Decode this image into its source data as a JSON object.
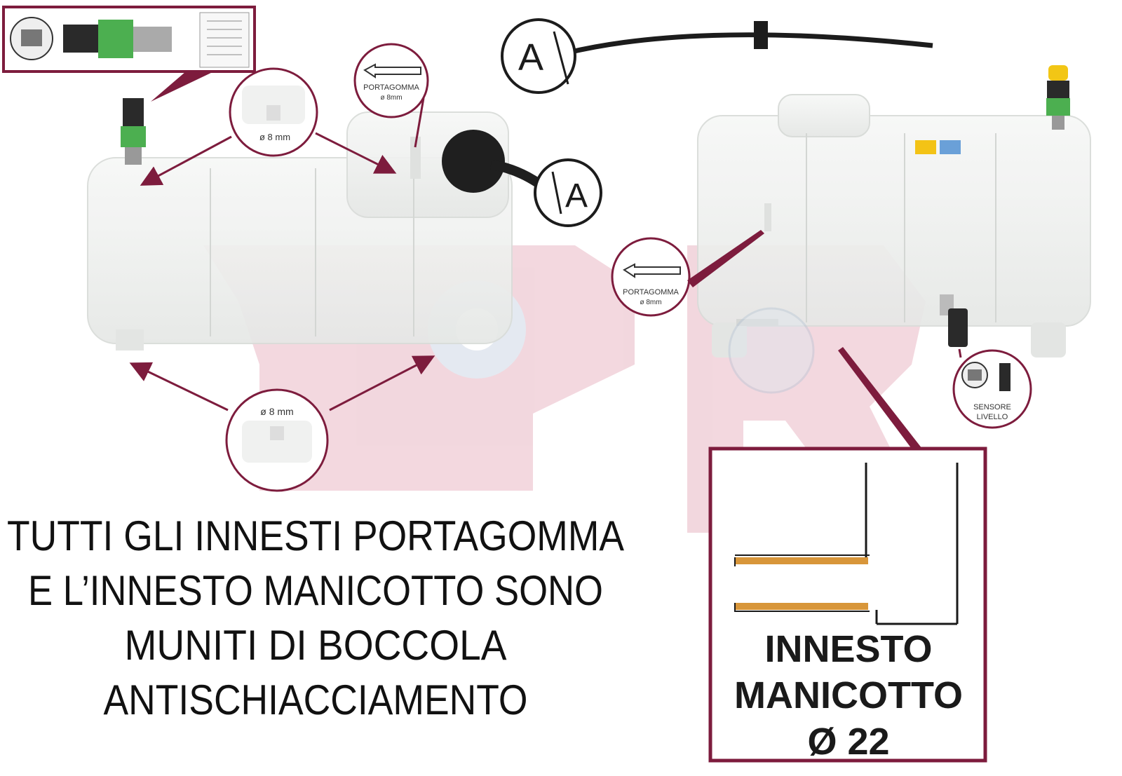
{
  "colors": {
    "accent": "#7d1c3d",
    "watermark": "#e9b8c4",
    "bushing": "#d8963a",
    "tank": "#eef0ee"
  },
  "labels": {
    "portagomma_top": "PORTAGOMMA",
    "portagomma_top_size": "ø 8mm",
    "portagomma_right": "PORTAGOMMA",
    "portagomma_right_size": "ø 8mm",
    "diam_top": "ø 8 mm",
    "diam_bottom": "ø 8 mm",
    "marker_a": "A",
    "sensor_label_1": "SENSORE",
    "sensor_label_2": "LIVELLO"
  },
  "caption": {
    "line1": "TUTTI GLI INNESTI PORTAGOMMA",
    "line2": "E L’INNESTO MANICOTTO SONO",
    "line3": "MUNITI DI BOCCOLA",
    "line4": "ANTISCHIACCIAMENTO"
  },
  "inset": {
    "line1": "INNESTO",
    "line2": "MANICOTTO",
    "line3": "Ø 22"
  },
  "icons": [
    "pressure-sensor-icon",
    "level-sensor-icon",
    "hose-icon",
    "cap-icon",
    "watermark-logo-icon"
  ]
}
